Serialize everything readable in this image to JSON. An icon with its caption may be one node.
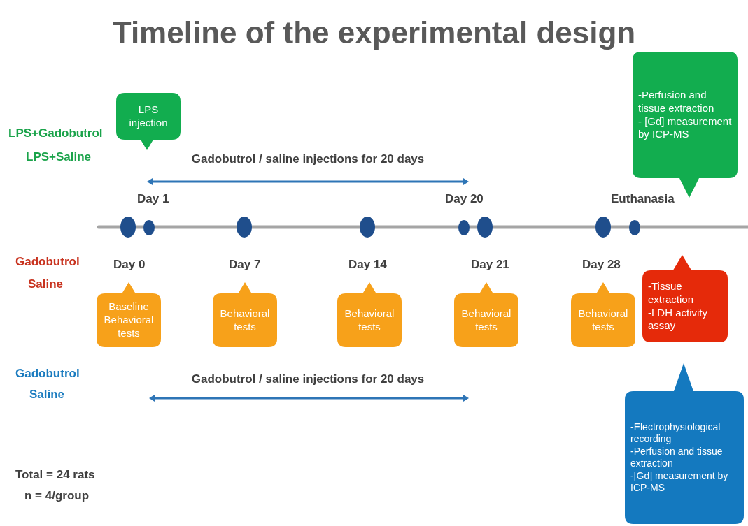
{
  "diagram": {
    "title": "Timeline of the experimental design",
    "nodes": [
      {
        "text": [
          "LPS injection"
        ]
      },
      {
        "text": [
          "Baseline Behavioral tests"
        ]
      },
      {
        "text": [
          "Behavioral tests"
        ]
      },
      {
        "text": [
          "Behavioral tests"
        ]
      },
      {
        "text": [
          "Behavioral tests"
        ]
      },
      {
        "text": [
          "Behavioral tests"
        ]
      },
      {
        "text": [
          "-Perfusion and tissue extraction",
          "- [Gd] measurement by ICP-MS"
        ]
      },
      {
        "text": [
          "-Tissue extraction",
          "-LDH activity assay"
        ]
      },
      {
        "text": [
          "-Electrophysiological recording",
          "-Perfusion and tissue extraction",
          "-[Gd] measurement by ICP-MS"
        ]
      }
    ],
    "labels": [
      "LPS+Gadobutrol",
      "LPS+Saline",
      "Gadobutrol / saline injections for 20 days",
      "Day 1",
      "Day 20",
      "Euthanasia",
      "Gadobutrol",
      "Saline",
      "Day 0",
      "Day 7",
      "Day 14",
      "Day 21",
      "Day 28",
      "Gadobutrol",
      "Saline",
      "Gadobutrol / saline injections for 20 days",
      "Total = 24 rats",
      "n = 4/group"
    ]
  }
}
